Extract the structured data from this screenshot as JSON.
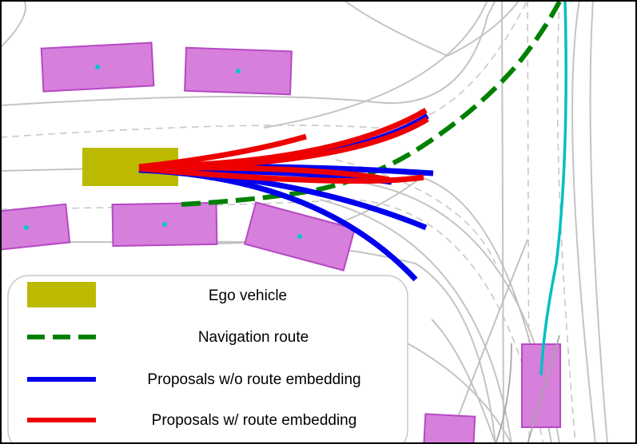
{
  "colors": {
    "ego": "#bcba00",
    "vehicle": "#d67fdb",
    "vehicle_edge": "#b649c4",
    "route": "#008000",
    "no_route": "#0000ee",
    "with_route": "#ee0000",
    "pedestrian_path": "#00c0c0",
    "lane": "#c8c8c8",
    "center": "#c6c6c6",
    "vehicle_dot": "#00c8d4"
  },
  "legend": {
    "ego_label": "Ego vehicle",
    "route_label": "Navigation route",
    "no_route_label": "Proposals w/o route embedding",
    "with_route_label": "Proposals w/ route embedding"
  }
}
